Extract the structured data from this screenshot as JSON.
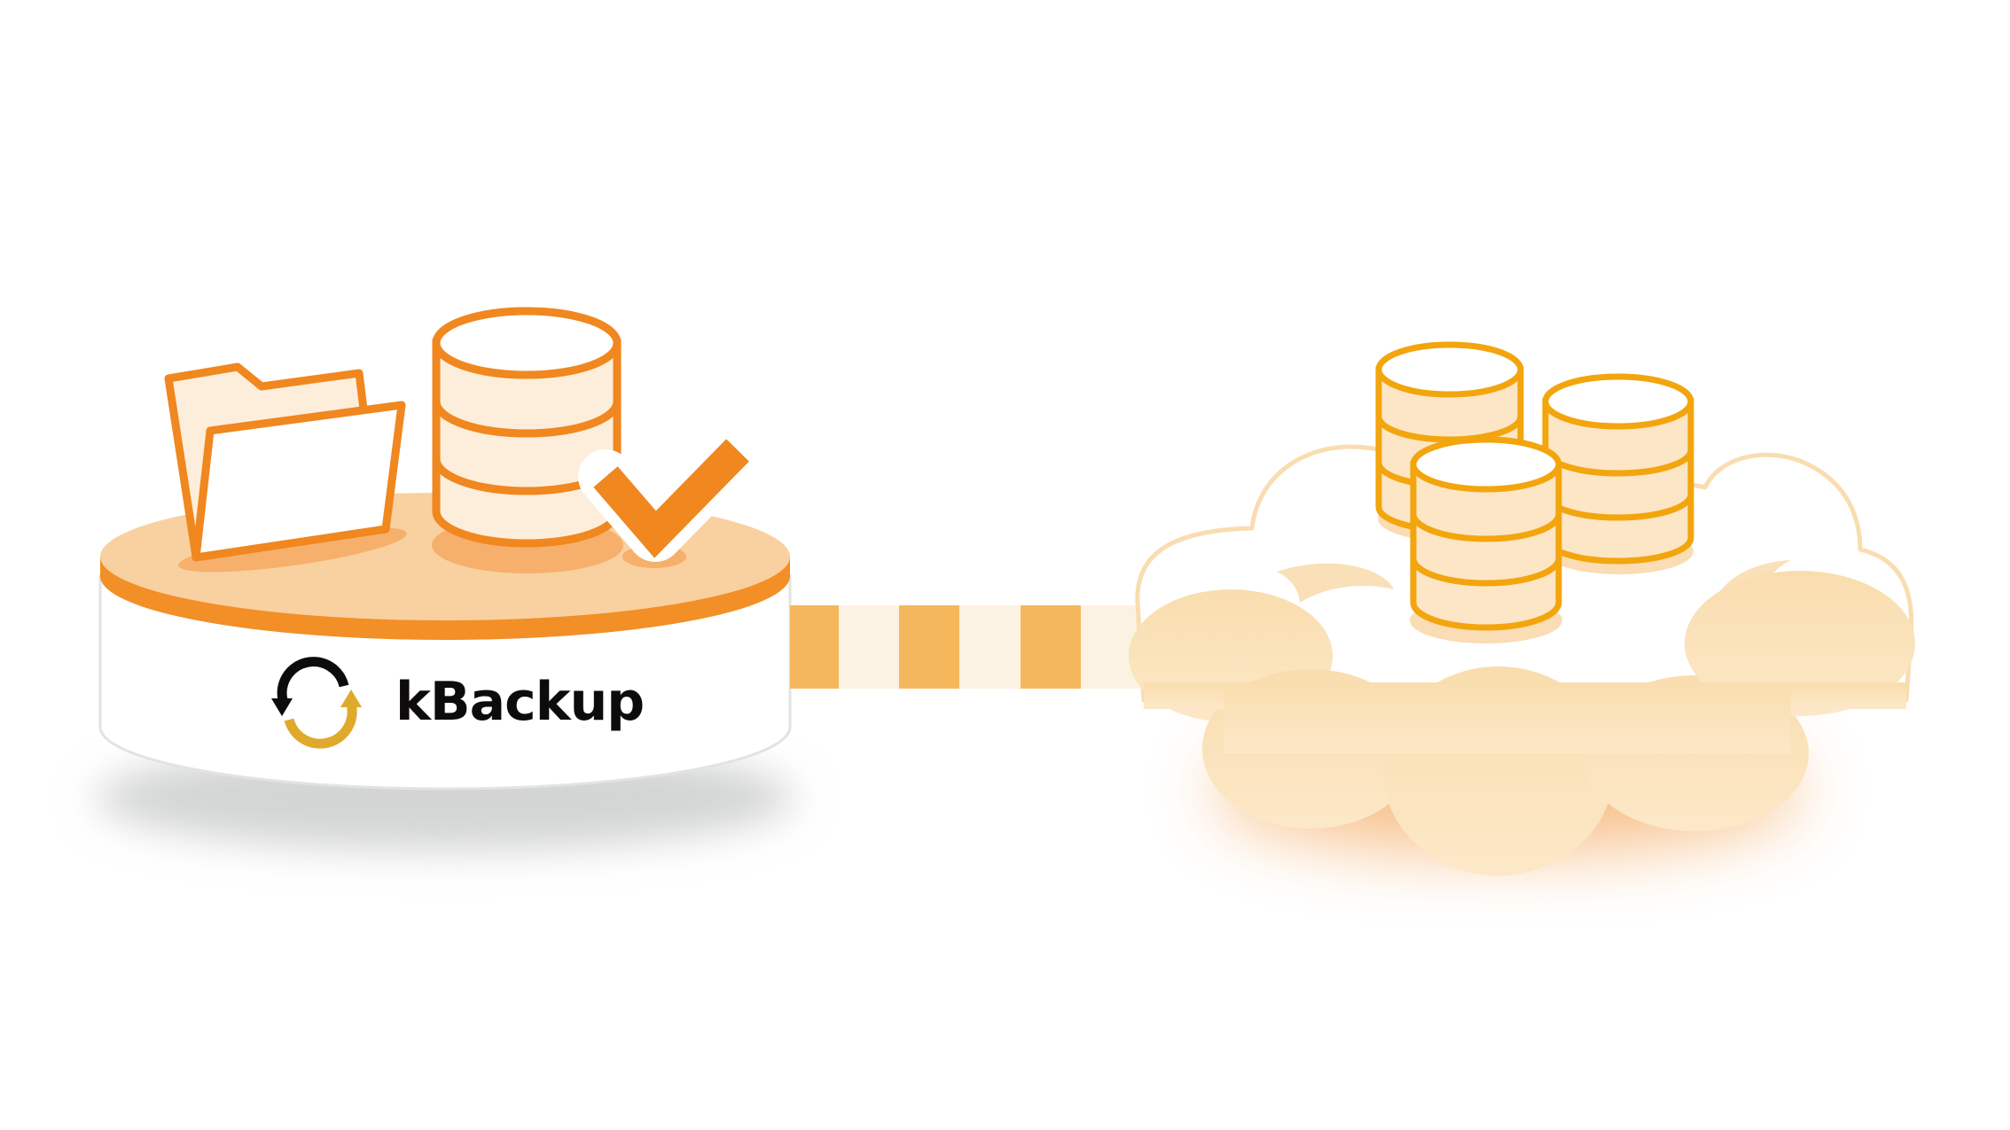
{
  "diagram": {
    "description": "Local backup server with files and database syncing to cloud storage",
    "source": {
      "brand_name": "kBackup",
      "logo_icon": "sync-arrows-icon",
      "items": [
        "folder-icon",
        "database-icon",
        "checkmark-icon"
      ]
    },
    "connector": {
      "type": "striped-bridge",
      "stripe_count": 7
    },
    "destination": {
      "type": "cloud",
      "items": [
        "database-icon",
        "database-icon",
        "database-icon"
      ]
    }
  },
  "colors": {
    "primary_orange": "#F0871F",
    "platform_top": "#F9D0A0",
    "platform_band": "#F28F27",
    "platform_body": "#FFFFFF",
    "platform_shadow": "#D3D5D4",
    "db_fill": "#FDEEDB",
    "db_shadow": "#F6B06B",
    "bridge_dark": "#F5B75C",
    "bridge_light": "#FCF2E3",
    "cloud_outline": "#F9DDB0",
    "cloud_fill": "#F9DFB2",
    "cloud_db_stroke": "#F3A50E",
    "cloud_db_fill": "#FCE6C6",
    "cloud_glow": "#F6B87A",
    "logo_black": "#0D0B0B",
    "logo_gold": "#DFA92C"
  }
}
